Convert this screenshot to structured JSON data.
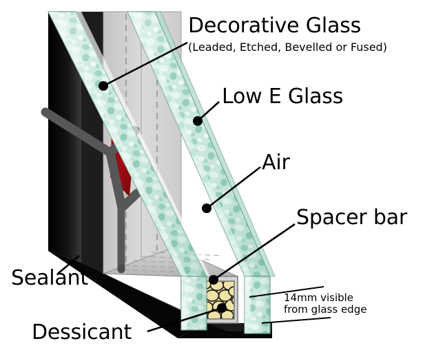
{
  "diagram": {
    "title": "Double glazed decorative glass unit cutaway",
    "type": "technical-cutaway-diagram",
    "background_color": "#ffffff",
    "labels": {
      "decorative_glass": "Decorative Glass",
      "decorative_glass_sub": "(Leaded, Etched, Bevelled or Fused)",
      "low_e_glass": "Low E Glass",
      "air": "Air",
      "spacer_bar": "Spacer bar",
      "measurement": "14mm visible\nfrom glass edge",
      "measurement_line1": "14mm visible",
      "measurement_line2": "from glass edge",
      "sealant": "Sealant",
      "dessicant": "Dessicant"
    },
    "colors": {
      "glass_teal_light": "#dff2ec",
      "glass_teal_mid": "#a8d9c9",
      "glass_teal_dark": "#74bfa8",
      "glass_edge": "#6f9e90",
      "interior_grey": "#d4d4d4",
      "interior_grey_dark": "#b9b9b9",
      "lead_came": "#575757",
      "red_pane": "#b20f19",
      "red_pane_dark": "#7d0a11",
      "sealant_black": "#050505",
      "sealant_grey": "#2b2b2b",
      "spacer_grey": "#c9c9c9",
      "spacer_grey_dark": "#9a9a9a",
      "desiccant_bead": "#efe2a6",
      "desiccant_bead_dark": "#d8c77f",
      "leader_line": "#000000",
      "text": "#000000"
    },
    "components": [
      {
        "name": "decorative-glass-pane",
        "description": "inner textured leaded glass pane"
      },
      {
        "name": "low-e-glass-pane",
        "description": "outer low emissivity glass pane"
      },
      {
        "name": "air-gap",
        "description": "sealed cavity between panes"
      },
      {
        "name": "spacer-bar",
        "description": "aluminium spacer bar at unit perimeter"
      },
      {
        "name": "desiccant",
        "description": "moisture absorbing beads inside spacer bar"
      },
      {
        "name": "sealant",
        "description": "black perimeter sealant"
      },
      {
        "name": "lead-came",
        "description": "grey lead came joints of decorative panel"
      },
      {
        "name": "red-glass-diamond",
        "description": "red coloured decorative glass piece"
      }
    ]
  }
}
